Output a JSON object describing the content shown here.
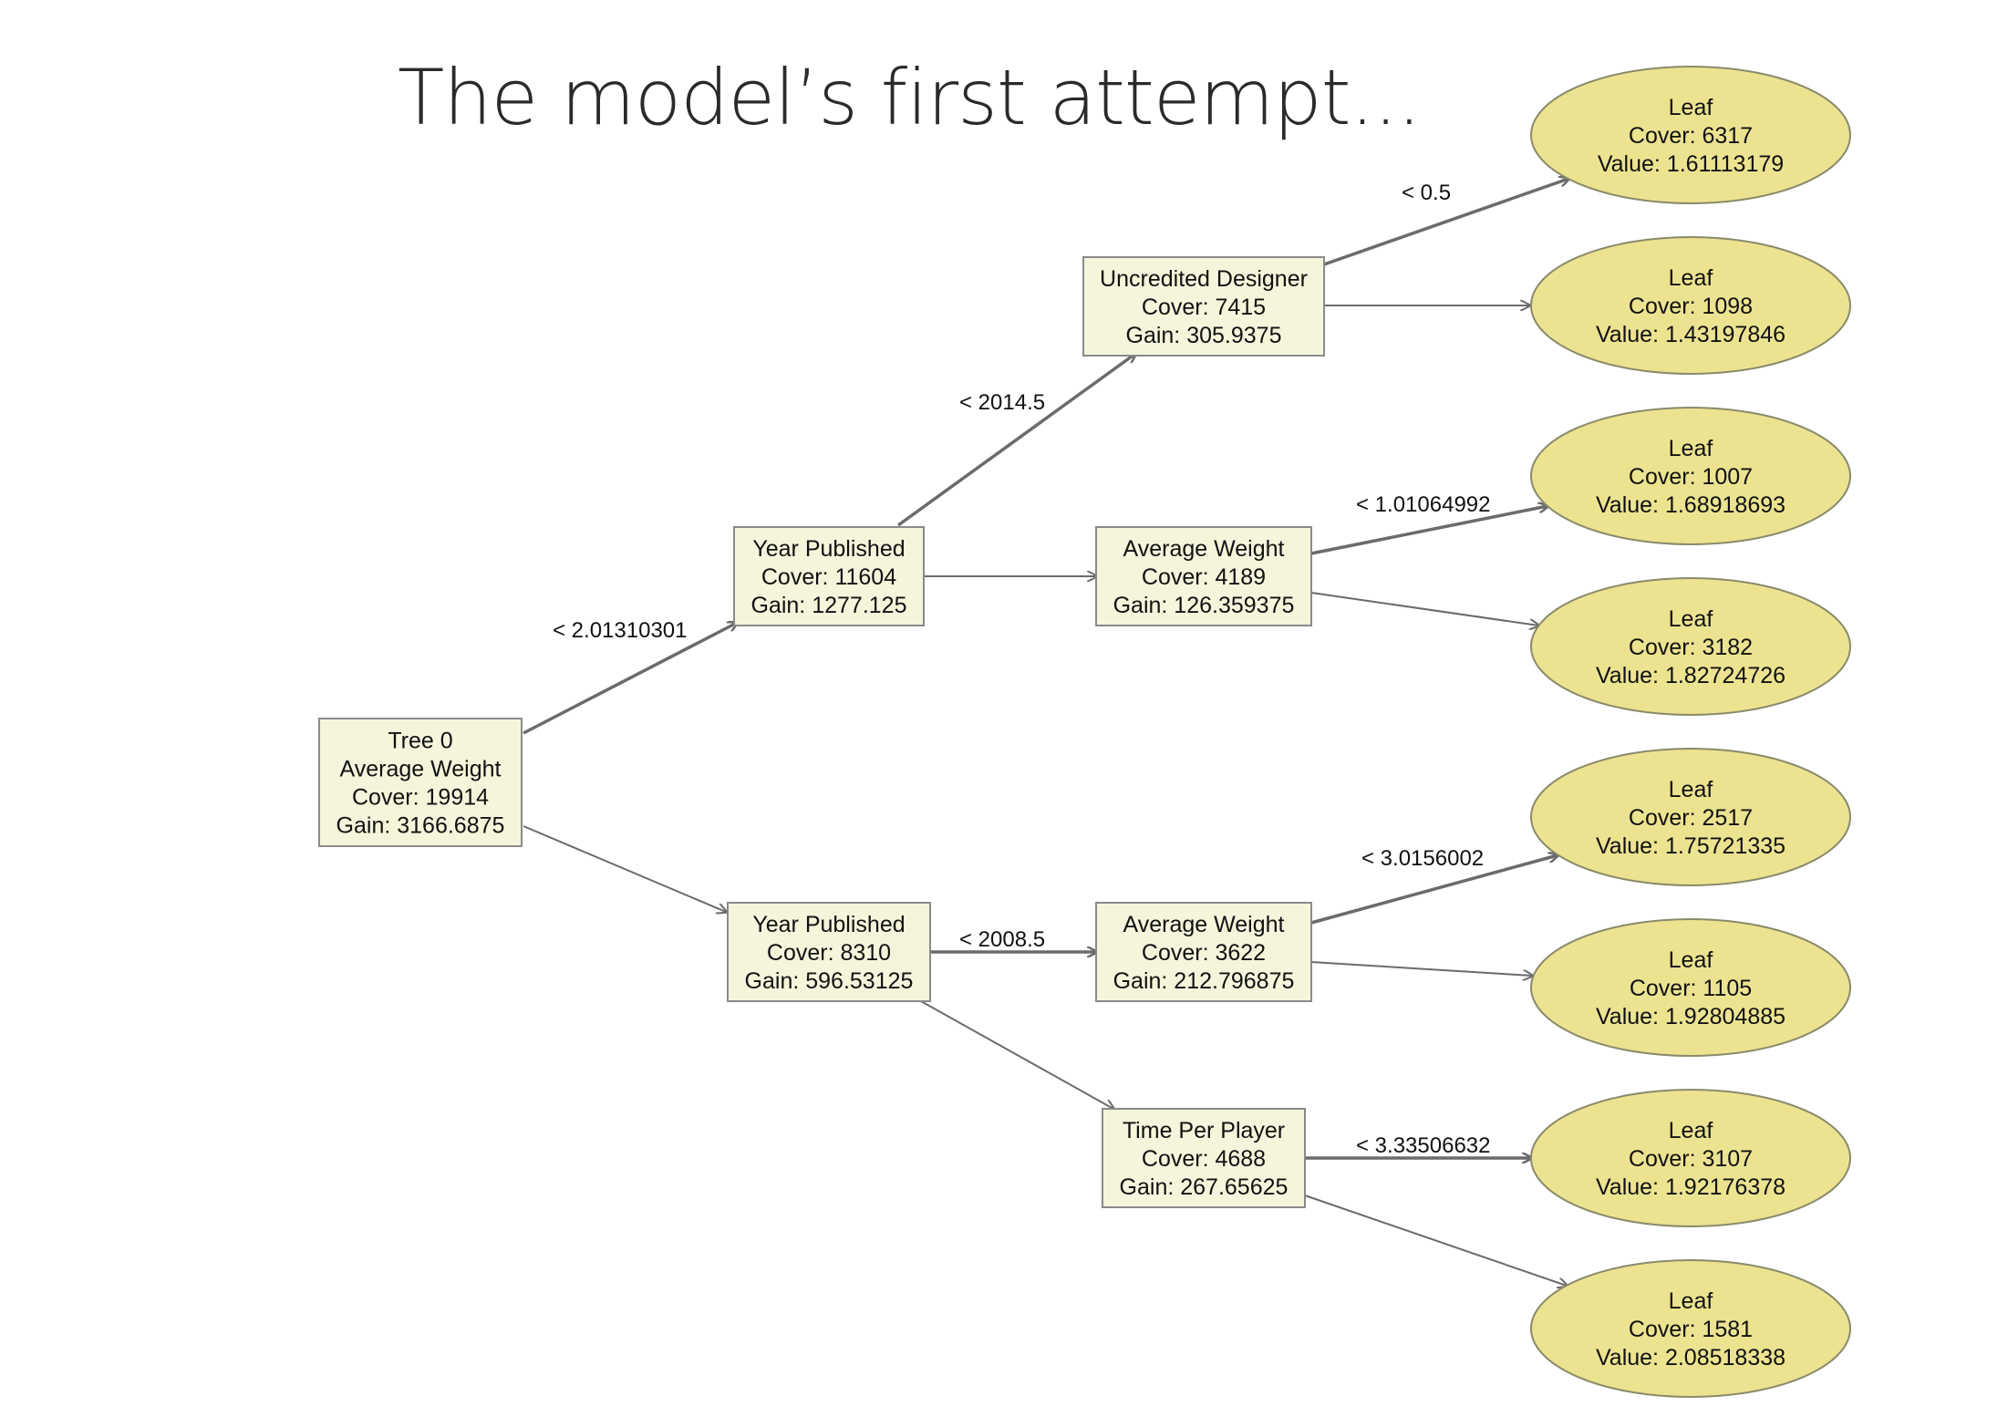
{
  "title": "The model’s first attempt...",
  "colors": {
    "split_fill": "#f5f5dc",
    "split_stroke": "#8a8a8a",
    "leaf_fill": "#ece391",
    "leaf_stroke": "#8a8a6a",
    "edge": "#6b6b6b"
  },
  "tree": {
    "nodes": [
      {
        "id": "root",
        "shape": "box",
        "lines": [
          "Tree 0",
          "Average Weight",
          "Cover: 19914",
          "Gain: 3166.6875"
        ]
      },
      {
        "id": "yp1",
        "shape": "box",
        "lines": [
          "Year Published",
          "Cover: 11604",
          "Gain: 1277.125"
        ]
      },
      {
        "id": "yp2",
        "shape": "box",
        "lines": [
          "Year Published",
          "Cover: 8310",
          "Gain: 596.53125"
        ]
      },
      {
        "id": "ud",
        "shape": "box",
        "lines": [
          "Uncredited Designer",
          "Cover: 7415",
          "Gain: 305.9375"
        ]
      },
      {
        "id": "aw1",
        "shape": "box",
        "lines": [
          "Average Weight",
          "Cover: 4189",
          "Gain: 126.359375"
        ]
      },
      {
        "id": "aw2",
        "shape": "box",
        "lines": [
          "Average Weight",
          "Cover: 3622",
          "Gain: 212.796875"
        ]
      },
      {
        "id": "tpp",
        "shape": "box",
        "lines": [
          "Time Per Player",
          "Cover: 4688",
          "Gain: 267.65625"
        ]
      },
      {
        "id": "l1",
        "shape": "leaf",
        "lines": [
          "Leaf",
          "Cover: 6317",
          "Value: 1.61113179"
        ]
      },
      {
        "id": "l2",
        "shape": "leaf",
        "lines": [
          "Leaf",
          "Cover: 1098",
          "Value: 1.43197846"
        ]
      },
      {
        "id": "l3",
        "shape": "leaf",
        "lines": [
          "Leaf",
          "Cover: 1007",
          "Value: 1.68918693"
        ]
      },
      {
        "id": "l4",
        "shape": "leaf",
        "lines": [
          "Leaf",
          "Cover: 3182",
          "Value: 1.82724726"
        ]
      },
      {
        "id": "l5",
        "shape": "leaf",
        "lines": [
          "Leaf",
          "Cover: 2517",
          "Value: 1.75721335"
        ]
      },
      {
        "id": "l6",
        "shape": "leaf",
        "lines": [
          "Leaf",
          "Cover: 1105",
          "Value: 1.92804885"
        ]
      },
      {
        "id": "l7",
        "shape": "leaf",
        "lines": [
          "Leaf",
          "Cover: 3107",
          "Value: 1.92176378"
        ]
      },
      {
        "id": "l8",
        "shape": "leaf",
        "lines": [
          "Leaf",
          "Cover: 1581",
          "Value: 2.08518338"
        ]
      }
    ],
    "edges": [
      {
        "from": "root",
        "to": "yp1",
        "label": "< 2.01310301",
        "style": "yes"
      },
      {
        "from": "root",
        "to": "yp2",
        "label": "",
        "style": "no"
      },
      {
        "from": "yp1",
        "to": "ud",
        "label": "< 2014.5",
        "style": "yes"
      },
      {
        "from": "yp1",
        "to": "aw1",
        "label": "",
        "style": "no"
      },
      {
        "from": "yp2",
        "to": "aw2",
        "label": "< 2008.5",
        "style": "yes"
      },
      {
        "from": "yp2",
        "to": "tpp",
        "label": "",
        "style": "no"
      },
      {
        "from": "ud",
        "to": "l1",
        "label": "< 0.5",
        "style": "yes"
      },
      {
        "from": "ud",
        "to": "l2",
        "label": "",
        "style": "no"
      },
      {
        "from": "aw1",
        "to": "l3",
        "label": "< 1.01064992",
        "style": "yes"
      },
      {
        "from": "aw1",
        "to": "l4",
        "label": "",
        "style": "no"
      },
      {
        "from": "aw2",
        "to": "l5",
        "label": "< 3.0156002",
        "style": "yes"
      },
      {
        "from": "aw2",
        "to": "l6",
        "label": "",
        "style": "no"
      },
      {
        "from": "tpp",
        "to": "l7",
        "label": "< 3.33506632",
        "style": "yes"
      },
      {
        "from": "tpp",
        "to": "l8",
        "label": "",
        "style": "no"
      }
    ]
  }
}
